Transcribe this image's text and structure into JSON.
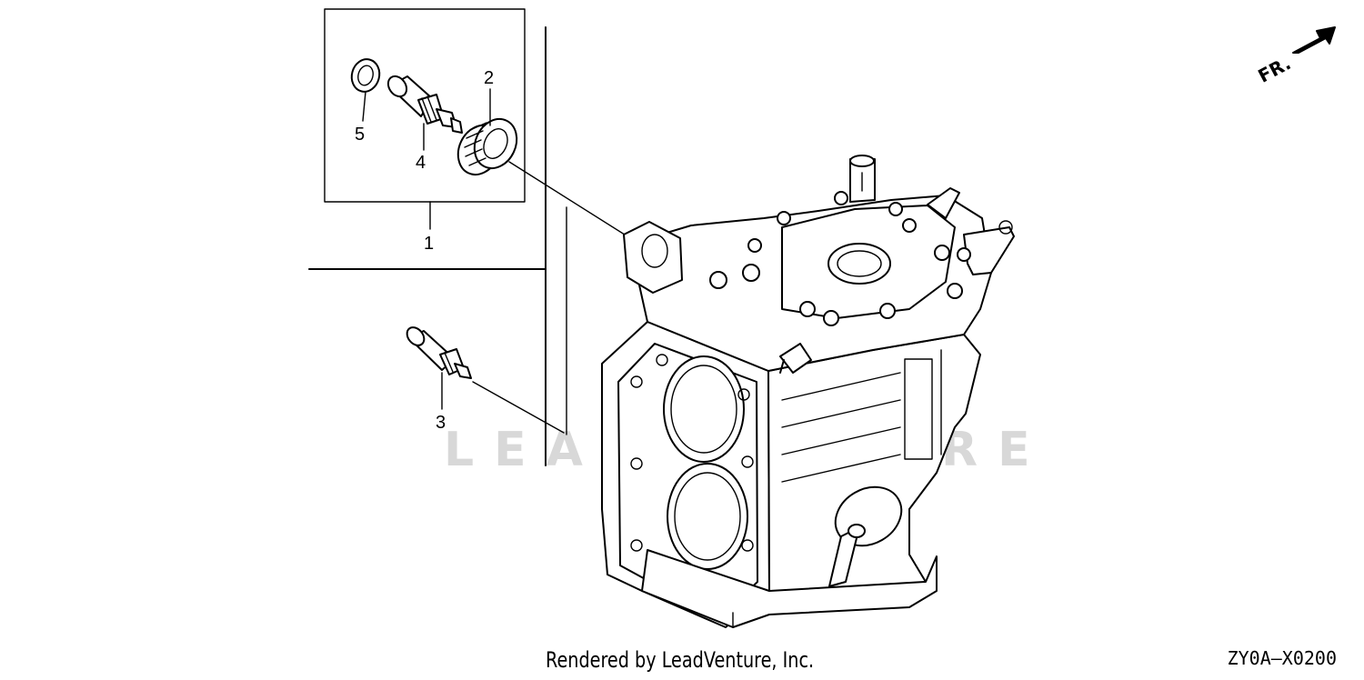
{
  "callouts": {
    "c1": "1",
    "c2": "2",
    "c3": "3",
    "c4": "4",
    "c5": "5"
  },
  "front_indicator": "FR.",
  "watermark": "LEADVENTURE",
  "footer": {
    "rendered_by": "Rendered by LeadVenture, Inc.",
    "diagram_code": "ZY0A—X0200"
  }
}
